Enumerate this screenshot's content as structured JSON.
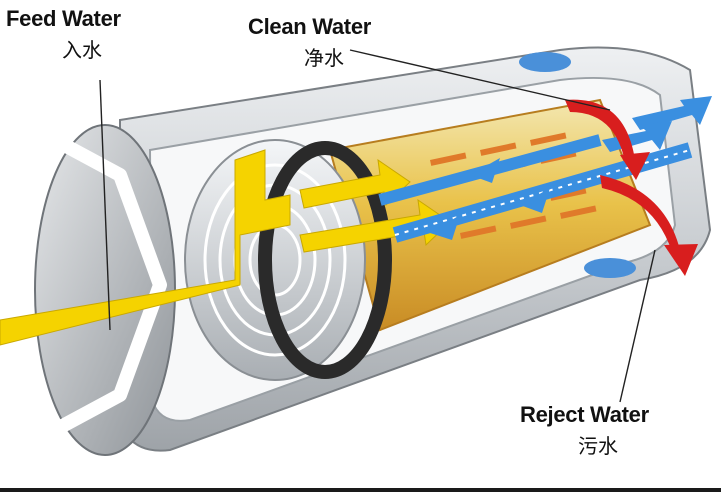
{
  "labels": {
    "feed": {
      "en": "Feed Water",
      "zh": "入水"
    },
    "clean": {
      "en": "Clean Water",
      "zh": "净水"
    },
    "reject": {
      "en": "Reject Water",
      "zh": "污水"
    }
  },
  "colors": {
    "feed_flow": "#f5d300",
    "clean_flow": "#3a8fe0",
    "reject_flow": "#d81e1e",
    "membrane": "#e8a33a",
    "housing": "#c8ccd0",
    "seal_ring": "#2a2a2a",
    "end_cap_accent": "#4a90d9"
  }
}
